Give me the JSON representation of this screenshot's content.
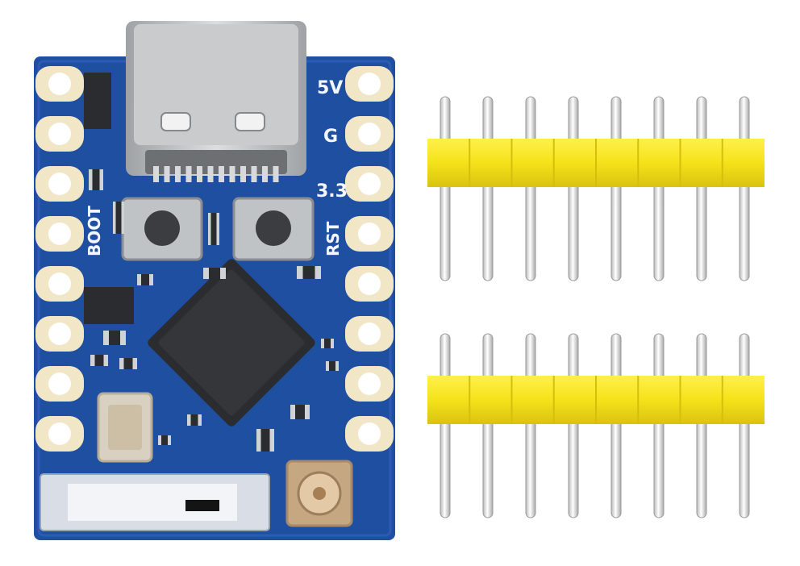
{
  "photo": {
    "board": {
      "silkscreen": {
        "v5": "5V",
        "gnd": "G",
        "v33": "3.3",
        "boot": "BOOT",
        "rst": "RST"
      },
      "pads_per_side": 8
    },
    "pin_headers": [
      {
        "pins": 8
      },
      {
        "pins": 8
      }
    ],
    "colors": {
      "pcb": "#1f4fa0",
      "pad": "#f1e6c6",
      "header_plastic": "#f5e21a",
      "usb_shell": "#c9cbcc"
    }
  }
}
